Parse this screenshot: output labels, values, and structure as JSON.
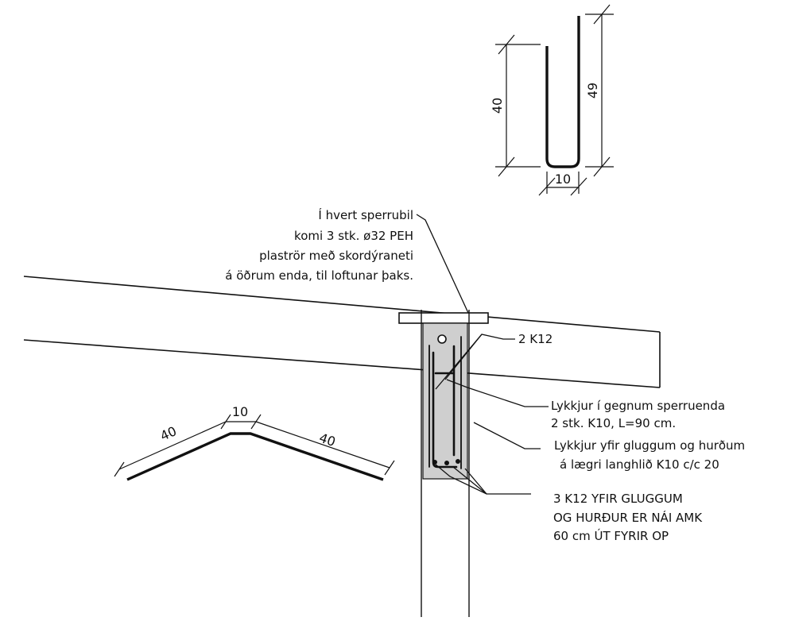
{
  "note_vent": {
    "lines": [
      "Í hvert sperrubil",
      "komi 3 stk. ø32 PEH",
      "plaströr með skordýraneti",
      "á öðrum enda, til loftunar þaks."
    ]
  },
  "label_2k12": "2 K12",
  "note_lykkjur_sperru": {
    "lines": [
      "Lykkjur í gegnum sperruenda",
      "2 stk. K10, L=90 cm."
    ]
  },
  "note_lykkjur_gluggum": {
    "lines": [
      "Lykkjur yfir gluggum og hurðum",
      "á lægri langhlið K10 c/c 20"
    ]
  },
  "note_3k12": {
    "lines": [
      "3 K12 YFIR GLUGGUM",
      "OG HURÐUR ER NÁI AMK",
      "60 cm ÚT FYRIR OP"
    ]
  },
  "ubar_dims": {
    "left": "40",
    "right": "49",
    "bottom": "10"
  },
  "bent_dims": {
    "left": "40",
    "top": "10",
    "right": "40"
  },
  "colors": {
    "line": "#111111",
    "concrete": "#cfcfcf"
  }
}
